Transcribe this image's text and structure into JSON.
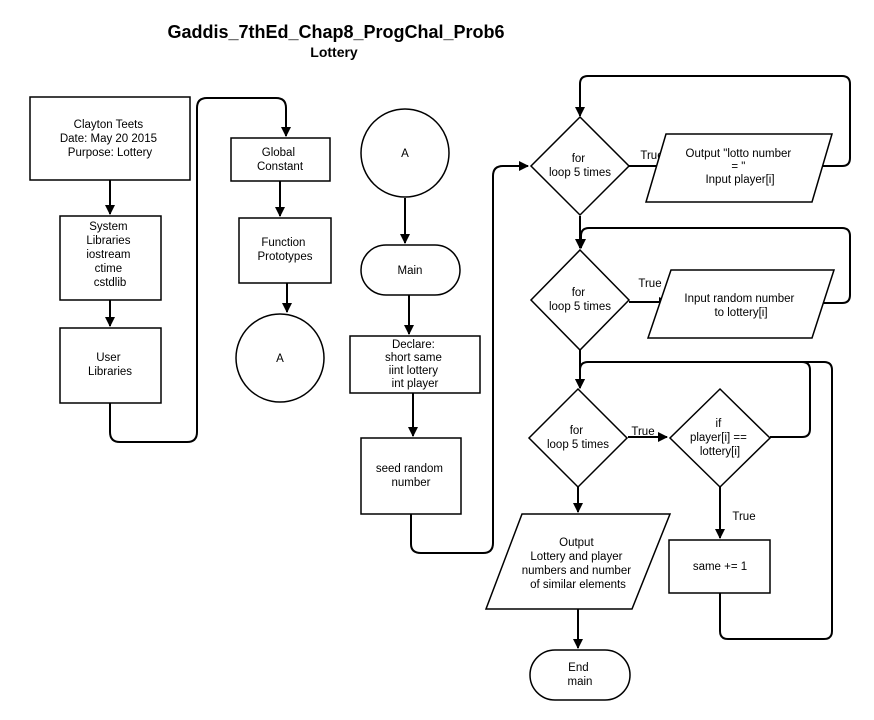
{
  "title": "Gaddis_7thEd_Chap8_ProgChal_Prob6",
  "subtitle": "Lottery",
  "nodes": {
    "header": [
      "Clayton Teets",
      "Date:  May  20 2015",
      "Purpose:  Lottery"
    ],
    "system_libraries": [
      "System",
      "Libraries",
      "iostream",
      "ctime",
      "cstdlib"
    ],
    "user_libraries": [
      "User",
      "Libraries"
    ],
    "global_constant": [
      "Global",
      "Constant"
    ],
    "function_prototypes": [
      "Function",
      "Prototypes"
    ],
    "connector_a_out": [
      "A"
    ],
    "connector_a_in": [
      "A"
    ],
    "main": [
      "Main"
    ],
    "declare": [
      "Declare:",
      "short same",
      "iint lottery",
      "int player"
    ],
    "seed": [
      "seed random",
      "number"
    ],
    "loop1": [
      "for",
      "loop 5 times"
    ],
    "output_lotto": [
      "Output \"lotto number",
      "= \"",
      "Input player[i]"
    ],
    "loop2": [
      "for",
      "loop 5 times"
    ],
    "input_random": [
      "Input random number",
      "to lottery[i]"
    ],
    "loop3": [
      "for",
      "loop 5 times"
    ],
    "if_match": [
      "if",
      "player[i] ==",
      "lottery[i]"
    ],
    "same_inc": [
      "same += 1"
    ],
    "output_final": [
      "Output",
      "Lottery and player",
      "numbers and number",
      "of similar elements"
    ],
    "end": [
      "End",
      "main"
    ]
  },
  "edge_labels": {
    "loop1_true": "True",
    "loop2_true": "True",
    "loop3_true": "True",
    "if_true": "True"
  }
}
